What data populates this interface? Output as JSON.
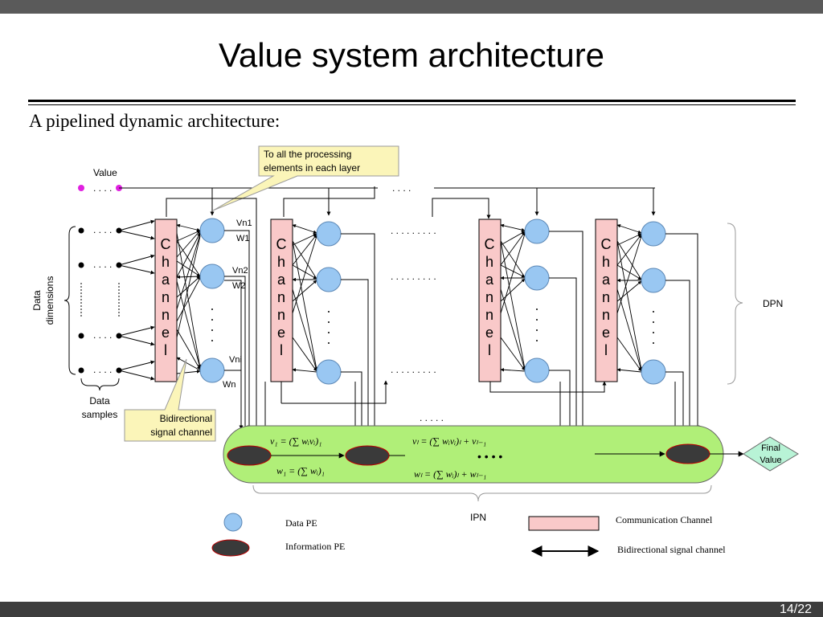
{
  "slide": {
    "title": "Value system architecture",
    "subtitle": "A pipelined dynamic architecture:",
    "page": "14/22"
  },
  "callouts": {
    "processing": [
      "To all the processing",
      "elements in each layer"
    ],
    "bidirectional": [
      "Bidirectional",
      "signal channel"
    ]
  },
  "labels": {
    "value": "Value",
    "data_dimensions": [
      "Data",
      "dimensions"
    ],
    "data_samples": [
      "Data",
      "samples"
    ],
    "dpn": "DPN",
    "ipn": "IPN",
    "final_value": [
      "Final",
      "Value"
    ],
    "channel_letters": [
      "C",
      "h",
      "a",
      "n",
      "n",
      "e",
      "l"
    ],
    "node_labels": [
      "Vn1",
      "W1",
      "Vn2",
      "W2",
      "Vni",
      "Wn"
    ],
    "dots_h": ". . . .",
    "dots_long": ". . . . . . . . .",
    "dots_ipn": ". . . . .",
    "dots_mid": "•  •      •  •"
  },
  "formulas": {
    "v1": "v₁ = (∑ wᵢvᵢ)₁",
    "w1": "w₁ = (∑ wᵢ)₁",
    "vl": "vₗ = (∑ wᵢvᵢ)ₗ + vₗ₋₁",
    "wl": "wₗ = (∑ wᵢ)ₗ + wₗ₋₁"
  },
  "legend": {
    "data_pe": "Data PE",
    "information_pe": "Information PE",
    "communication_channel": "Communication Channel",
    "bidirectional_channel": "Bidirectional signal channel"
  },
  "colors": {
    "channel_fill": "#f9c9c9",
    "pe_fill": "#99c7f2",
    "info_pe_fill": "#3a3a3a",
    "ipn_fill": "#b0ef78",
    "callout_fill": "#fbf5b9",
    "final_fill": "#b8f3d6",
    "value_dot": "#e020e0"
  }
}
